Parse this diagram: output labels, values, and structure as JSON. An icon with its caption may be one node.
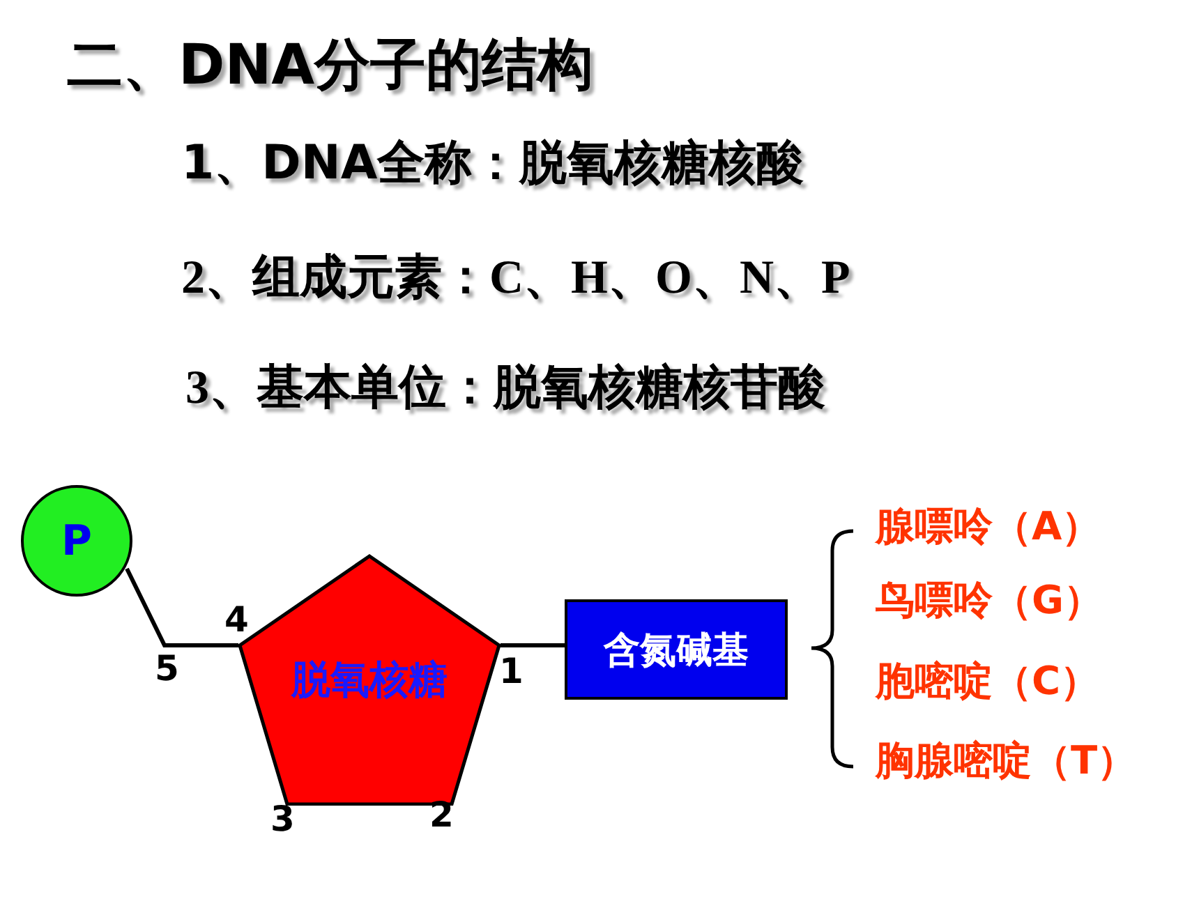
{
  "diagram": {
    "title": "二、DNA分子的结构",
    "nodes": [
      {
        "text": [
          "P"
        ]
      },
      {
        "text": [
          "脱氧核糖"
        ]
      },
      {
        "text": [
          "含氮碱基"
        ]
      }
    ],
    "edges": [
      {
        "from": 0,
        "to": 1,
        "arrow": "none"
      },
      {
        "from": 1,
        "to": 2,
        "arrow": "none"
      }
    ],
    "labels": [
      "1、DNA全称：脱氧核糖核酸",
      "2、组成元素：C、H、O、N、P",
      "3、基本单位：脱氧核糖核苷酸",
      "腺嘌呤（A）",
      "鸟嘌呤（G）",
      "胞嘧啶（C）",
      "胸腺嘧啶（T）",
      "4",
      "5",
      "1",
      "3",
      "2"
    ]
  }
}
